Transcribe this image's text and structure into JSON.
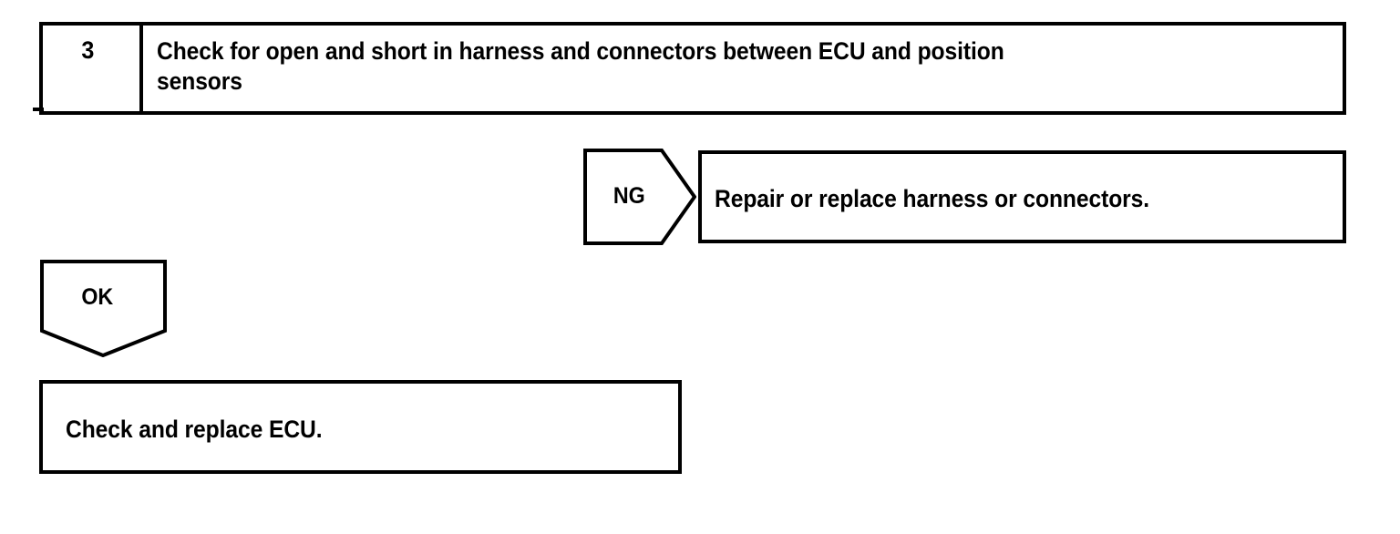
{
  "document": {
    "type": "diagnostic-flowchart",
    "ink_color": "#000000",
    "paper_color": "#ffffff"
  },
  "step": {
    "number": "3",
    "instruction_line1": "Check for open and short in harness and connectors between ECU and position",
    "instruction_line2": "sensors",
    "instruction_full": "Check for open and short in harness and connectors between ECU and position sensors"
  },
  "branches": {
    "ng": {
      "marker": "NG",
      "marker_shape": "right-pointing-pentagon",
      "action": "Repair or replace harness or connectors."
    },
    "ok": {
      "marker": "OK",
      "marker_shape": "down-pointing-pentagon",
      "action": "Check and replace ECU."
    }
  }
}
